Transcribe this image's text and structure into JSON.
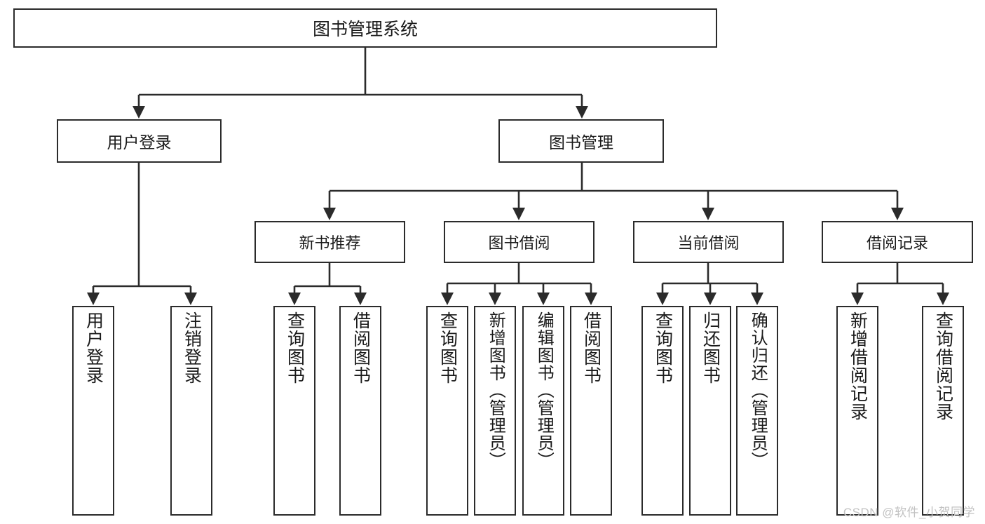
{
  "diagram": {
    "title": "图书管理系统",
    "type": "tree-hierarchy",
    "colors": {
      "stroke": "#2b2b2b",
      "fill": "#ffffff",
      "text": "#1a1a1a",
      "watermark": "#c2c2c2"
    },
    "root": {
      "label": "图书管理系统"
    },
    "level1": [
      {
        "label": "用户登录"
      },
      {
        "label": "图书管理"
      }
    ],
    "level2": [
      {
        "label": "新书推荐"
      },
      {
        "label": "图书借阅"
      },
      {
        "label": "当前借阅"
      },
      {
        "label": "借阅记录"
      }
    ],
    "leaves": {
      "user_login": [
        {
          "label": "用户登录"
        },
        {
          "label": "注销登录"
        }
      ],
      "new_book_recommend": [
        {
          "label": "查询图书"
        },
        {
          "label": "借阅图书"
        }
      ],
      "book_borrow": [
        {
          "label": "查询图书"
        },
        {
          "label": "新增图书（管理员）"
        },
        {
          "label": "编辑图书（管理员）"
        },
        {
          "label": "借阅图书"
        }
      ],
      "current_borrow": [
        {
          "label": "查询图书"
        },
        {
          "label": "归还图书"
        },
        {
          "label": "确认归还（管理员）"
        }
      ],
      "borrow_record": [
        {
          "label": "新增借阅记录"
        },
        {
          "label": "查询借阅记录"
        }
      ]
    }
  },
  "watermark": {
    "text": "CSDN @软件_小贺同学"
  }
}
